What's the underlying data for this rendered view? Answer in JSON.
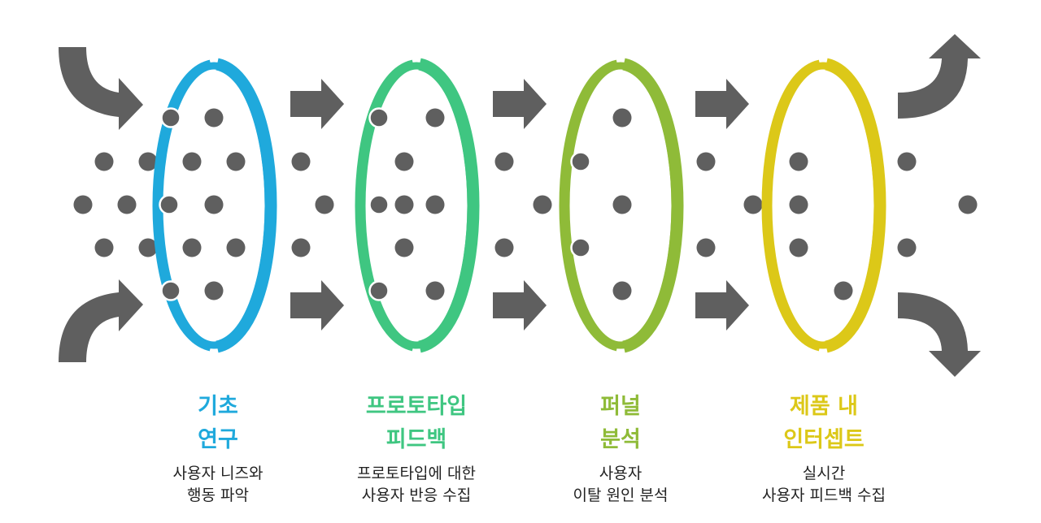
{
  "colors": {
    "arrow": "#5f5f5f",
    "dot": "#5f5f5f",
    "stage_1": "#1fa9dc",
    "stage_2": "#3fc681",
    "stage_3": "#8fbb38",
    "stage_4": "#dcc818"
  },
  "stages": [
    {
      "title_line1": "기초",
      "title_line2": "연구",
      "desc_line1": "사용자 니즈와",
      "desc_line2": "행동 파악"
    },
    {
      "title_line1": "프로토타입",
      "title_line2": "피드백",
      "desc_line1": "프로토타입에 대한",
      "desc_line2": "사용자 반응 수집"
    },
    {
      "title_line1": "퍼널",
      "title_line2": "분석",
      "desc_line1": "사용자",
      "desc_line2": "이탈 원인 분석"
    },
    {
      "title_line1": "제품 내",
      "title_line2": "인터셉트",
      "desc_line1": "실시간",
      "desc_line2": "사용자 피드백 수집"
    }
  ]
}
